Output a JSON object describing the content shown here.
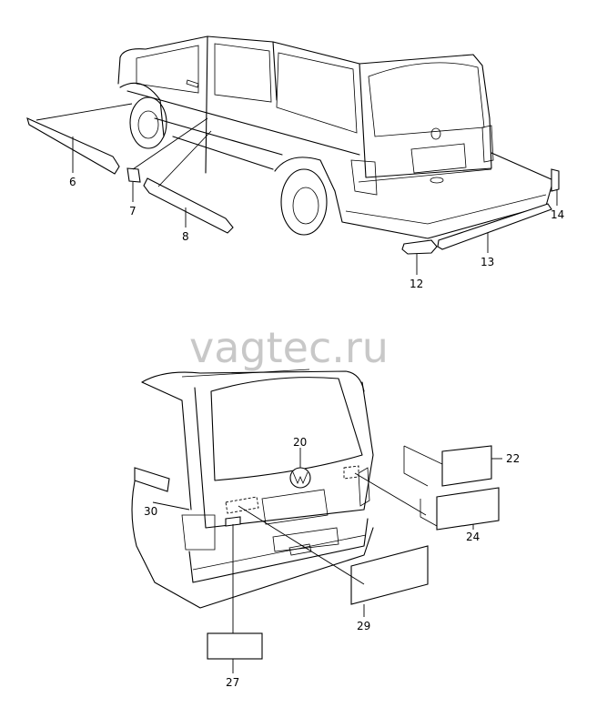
{
  "watermark": "vagtec.ru",
  "callouts": {
    "p6": "6",
    "p7": "7",
    "p8": "8",
    "p12": "12",
    "p13": "13",
    "p14": "14",
    "p20": "20",
    "p22": "22",
    "p24": "24",
    "p27": "27",
    "p29": "29",
    "p30": "30"
  }
}
